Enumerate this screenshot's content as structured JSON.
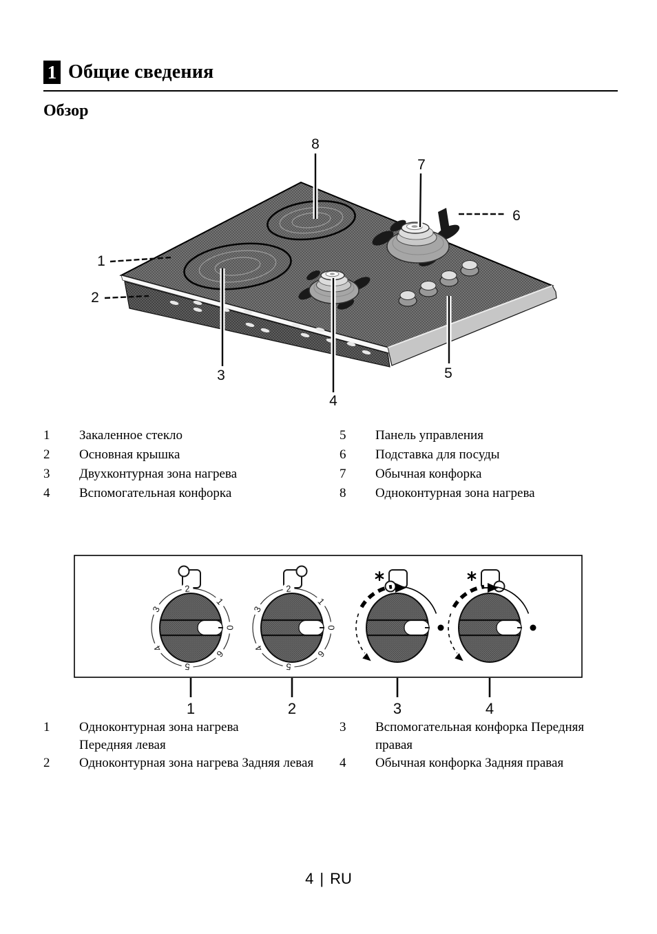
{
  "header": {
    "chapter_number": "1",
    "title": "Общие сведения"
  },
  "section": {
    "title": "Обзор"
  },
  "overview_figure": {
    "callout_numbers": [
      "1",
      "2",
      "3",
      "4",
      "5",
      "6",
      "7",
      "8"
    ]
  },
  "parts_legend": {
    "left": [
      {
        "num": "1",
        "label": "Закаленное стекло"
      },
      {
        "num": "2",
        "label": "Основная крышка"
      },
      {
        "num": "3",
        "label": "Двухконтурная зона нагрева"
      },
      {
        "num": "4",
        "label": "Вспомогательная конфорка"
      }
    ],
    "right": [
      {
        "num": "5",
        "label": "Панель управления"
      },
      {
        "num": "6",
        "label": "Подставка для посуды"
      },
      {
        "num": "7",
        "label": "Обычная конфорка"
      },
      {
        "num": "8",
        "label": "Одноконтурная зона нагрева"
      }
    ]
  },
  "knob_panel": {
    "dial_numbers": [
      "0",
      "1",
      "2",
      "3",
      "4",
      "5",
      "6"
    ],
    "knobs": [
      {
        "number": "1",
        "type": "electric",
        "zone_icon": "circle-top-left",
        "spark": false
      },
      {
        "number": "2",
        "type": "electric",
        "zone_icon": "circle-top-right",
        "spark": false
      },
      {
        "number": "3",
        "type": "gas",
        "zone_icon": "circle-bottom-left",
        "spark": true
      },
      {
        "number": "4",
        "type": "gas",
        "zone_icon": "circle-bottom-right",
        "spark": true
      }
    ]
  },
  "knob_legend": {
    "left": [
      {
        "num": "1",
        "label": "Одноконтурная зона нагрева Передняя левая"
      },
      {
        "num": "2",
        "label": "Одноконтурная зона нагрева Задняя левая"
      }
    ],
    "right": [
      {
        "num": "3",
        "label": "Вспомогательная конфорка Передняя правая"
      },
      {
        "num": "4",
        "label": "Обычная конфорка Задняя правая"
      }
    ]
  },
  "footer": {
    "page_number": "4",
    "separator": "|",
    "language": "RU"
  },
  "colors": {
    "text": "#000000",
    "surface_gray": "#747474",
    "body_gray": "#5e5e5e",
    "side_gray": "#c6c6c6"
  }
}
